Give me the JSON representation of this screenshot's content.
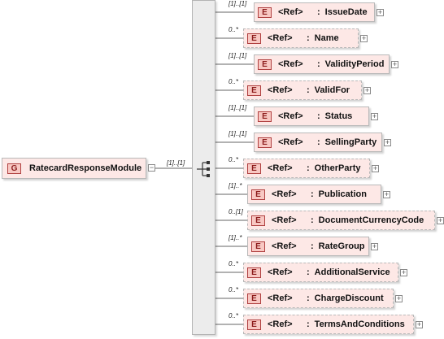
{
  "root": {
    "badge": "G",
    "name": "RatecardResponseModule",
    "collapse_glyph": "−",
    "cardinality": "[1]..[1]"
  },
  "ref_label": "<Ref>",
  "children": [
    {
      "badge": "E",
      "sep": ":",
      "name": "IssueDate",
      "card": "[1]..[1]",
      "optional": false
    },
    {
      "badge": "E",
      "sep": ":",
      "name": "Name",
      "card": "0..*",
      "optional": true
    },
    {
      "badge": "E",
      "sep": ":",
      "name": "ValidityPeriod",
      "card": "[1]..[1]",
      "optional": false
    },
    {
      "badge": "E",
      "sep": ":",
      "name": "ValidFor",
      "card": "0..*",
      "optional": true
    },
    {
      "badge": "E",
      "sep": ":",
      "name": "Status",
      "card": "[1]..[1]",
      "optional": false
    },
    {
      "badge": "E",
      "sep": ":",
      "name": "SellingParty",
      "card": "[1]..[1]",
      "optional": false
    },
    {
      "badge": "E",
      "sep": ":",
      "name": "OtherParty",
      "card": "0..*",
      "optional": true
    },
    {
      "badge": "E",
      "sep": ":",
      "name": "Publication",
      "card": "[1]..*",
      "optional": false
    },
    {
      "badge": "E",
      "sep": ":",
      "name": "DocumentCurrencyCode",
      "card": "0..[1]",
      "optional": true
    },
    {
      "badge": "E",
      "sep": ":",
      "name": "RateGroup",
      "card": "[1]..*",
      "optional": false
    },
    {
      "badge": "E",
      "sep": ":",
      "name": "AdditionalService",
      "card": "0..*",
      "optional": true
    },
    {
      "badge": "E",
      "sep": ":",
      "name": "ChargeDiscount",
      "card": "0..*",
      "optional": true
    },
    {
      "badge": "E",
      "sep": ":",
      "name": "TermsAndConditions",
      "card": "0..*",
      "optional": true
    }
  ],
  "expand_glyph": "+"
}
